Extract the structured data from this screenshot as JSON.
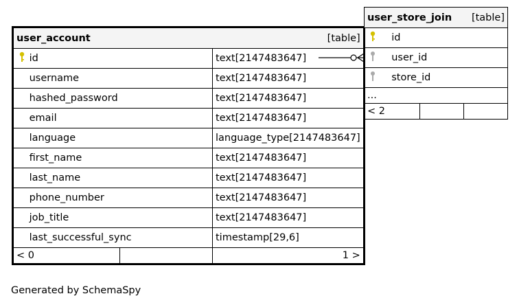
{
  "tables": {
    "user_account": {
      "name": "user_account",
      "kind": "[table]",
      "columns": [
        {
          "name": "id",
          "type": "text[2147483647]",
          "key": "primary"
        },
        {
          "name": "username",
          "type": "text[2147483647]",
          "key": ""
        },
        {
          "name": "hashed_password",
          "type": "text[2147483647]",
          "key": ""
        },
        {
          "name": "email",
          "type": "text[2147483647]",
          "key": ""
        },
        {
          "name": "language",
          "type": "language_type[2147483647]",
          "key": ""
        },
        {
          "name": "first_name",
          "type": "text[2147483647]",
          "key": ""
        },
        {
          "name": "last_name",
          "type": "text[2147483647]",
          "key": ""
        },
        {
          "name": "phone_number",
          "type": "text[2147483647]",
          "key": ""
        },
        {
          "name": "job_title",
          "type": "text[2147483647]",
          "key": ""
        },
        {
          "name": "last_successful_sync",
          "type": "timestamp[29,6]",
          "key": ""
        }
      ],
      "footer_left": "< 0",
      "footer_right": "1 >"
    },
    "user_store_join": {
      "name": "user_store_join",
      "kind": "[table]",
      "columns": [
        {
          "name": "id",
          "key": "primary"
        },
        {
          "name": "user_id",
          "key": "foreign"
        },
        {
          "name": "store_id",
          "key": "foreign"
        }
      ],
      "ellipsis": "...",
      "footer_left": "< 2"
    }
  },
  "colors": {
    "primary_key": "#d4c000",
    "foreign_key": "#aaaaaa",
    "header_bg": "#f4f4f4"
  },
  "footer": "Generated by SchemaSpy"
}
